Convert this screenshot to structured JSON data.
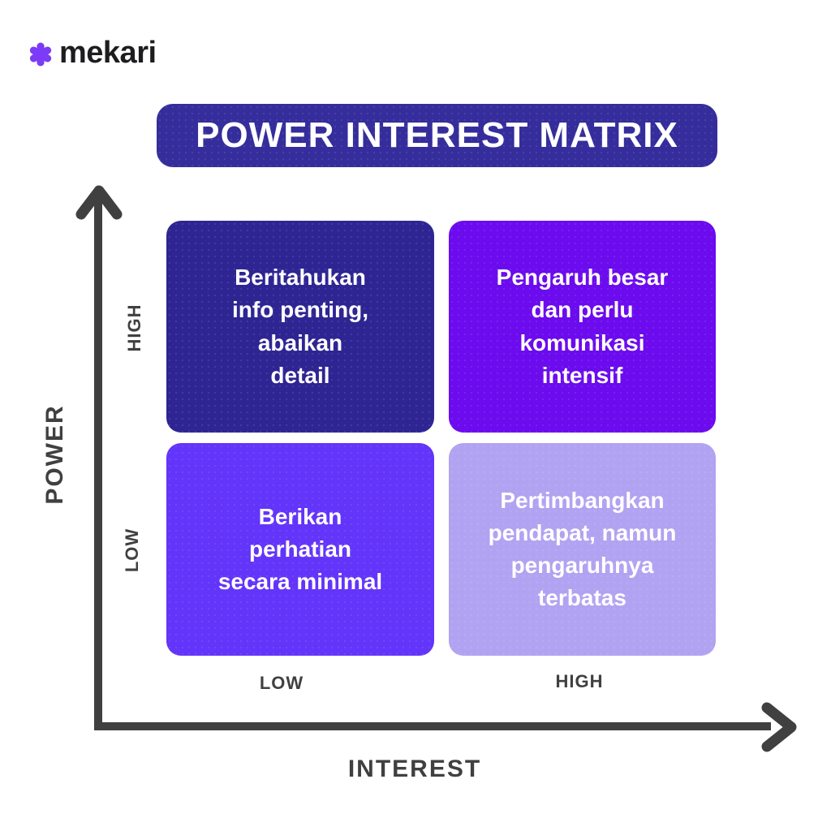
{
  "logo": {
    "brand": "mekari"
  },
  "title": "POWER INTEREST MATRIX",
  "colors": {
    "banner": "#352D9B",
    "quadrant_tl": "#2E2593",
    "quadrant_tr": "#6B0BEE",
    "quadrant_bl": "#6334F9",
    "quadrant_br": "#B1A3F1",
    "quadrant_text": "#FFFFFF",
    "axis": "#404040",
    "logo_star": "#7C3BF6",
    "logo_text": "#1D1D1F"
  },
  "axes": {
    "y_label": "POWER",
    "x_label": "INTEREST",
    "y_tick_high": "HIGH",
    "y_tick_low": "LOW",
    "x_tick_low": "LOW",
    "x_tick_high": "HIGH"
  },
  "matrix": {
    "quadrants": [
      {
        "id": "high-power-low-interest",
        "text": "Beritahukan\ninfo penting,\nabaikan\ndetail"
      },
      {
        "id": "high-power-high-interest",
        "text": "Pengaruh besar\ndan perlu\nkomunikasi\nintensif"
      },
      {
        "id": "low-power-low-interest",
        "text": "Berikan\nperhatian\nsecara minimal"
      },
      {
        "id": "low-power-high-interest",
        "text": "Pertimbangkan\npendapat, namun\npengaruhnya\nterbatas"
      }
    ]
  }
}
